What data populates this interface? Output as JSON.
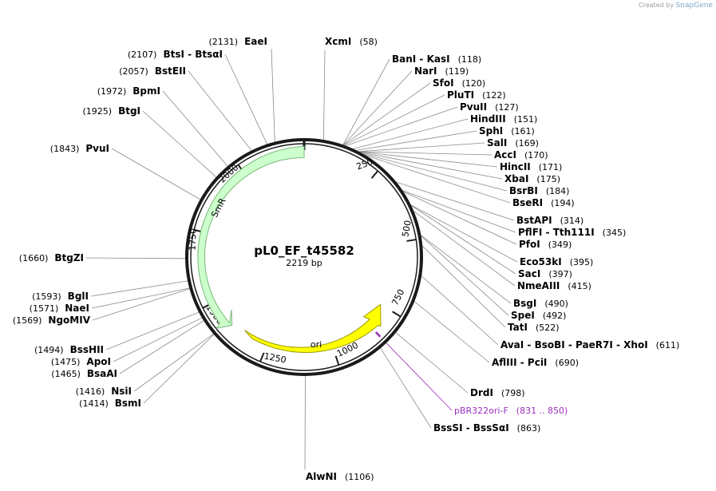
{
  "watermark": {
    "prefix": "Created by",
    "brand": "SnapGene"
  },
  "plasmid": {
    "name": "pL0_EF_t45582",
    "size_label": "2219 bp",
    "length": 2219
  },
  "ticks": [
    "250",
    "500",
    "750",
    "1000",
    "1250",
    "1500",
    "1750",
    "2000"
  ],
  "features": [
    {
      "name": "SmR",
      "color": "#ccffcc",
      "stroke": "#7ab87a"
    },
    {
      "name": "ori",
      "color": "#ffff00",
      "stroke": "#9a9a00"
    }
  ],
  "sites": [
    {
      "id": "xcmi",
      "label": "XcmI",
      "pos": "(58)"
    },
    {
      "id": "bani",
      "label": "BanI  -  KasI",
      "pos": "(118)"
    },
    {
      "id": "nari",
      "label": "NarI",
      "pos": "(119)"
    },
    {
      "id": "sfoi",
      "label": "SfoI",
      "pos": "(120)"
    },
    {
      "id": "pluti",
      "label": "PluTI",
      "pos": "(122)"
    },
    {
      "id": "pvuii",
      "label": "PvuII",
      "pos": "(127)"
    },
    {
      "id": "hindiii",
      "label": "HindIII",
      "pos": "(151)"
    },
    {
      "id": "sphi",
      "label": "SphI",
      "pos": "(161)"
    },
    {
      "id": "sali",
      "label": "SalI",
      "pos": "(169)"
    },
    {
      "id": "acci",
      "label": "AccI",
      "pos": "(170)"
    },
    {
      "id": "hincii",
      "label": "HincII",
      "pos": "(171)"
    },
    {
      "id": "xbai",
      "label": "XbaI",
      "pos": "(175)"
    },
    {
      "id": "bsrbi",
      "label": "BsrBI",
      "pos": "(184)"
    },
    {
      "id": "bseri",
      "label": "BseRI",
      "pos": "(194)"
    },
    {
      "id": "bstapi",
      "label": "BstAPI",
      "pos": "(314)"
    },
    {
      "id": "pflfi",
      "label": "PflFI  -  Tth111I",
      "pos": "(345)"
    },
    {
      "id": "pfoi",
      "label": "PfoI",
      "pos": "(349)"
    },
    {
      "id": "eco53ki",
      "label": "Eco53kI",
      "pos": "(395)"
    },
    {
      "id": "saci",
      "label": "SacI",
      "pos": "(397)"
    },
    {
      "id": "nmeaiii",
      "label": "NmeAIII",
      "pos": "(415)"
    },
    {
      "id": "bsgi",
      "label": "BsgI",
      "pos": "(490)"
    },
    {
      "id": "spei",
      "label": "SpeI",
      "pos": "(492)"
    },
    {
      "id": "tati",
      "label": "TatI",
      "pos": "(522)"
    },
    {
      "id": "avai",
      "label": "AvaI  -  BsoBI  -  PaeR7I  -  XhoI",
      "pos": "(611)"
    },
    {
      "id": "afliii",
      "label": "AflIII  -  PciI",
      "pos": "(690)"
    },
    {
      "id": "drdi",
      "label": "DrdI",
      "pos": "(798)"
    },
    {
      "id": "primer",
      "label": "pBR322ori-F",
      "pos": "(831 .. 850)",
      "primer": true
    },
    {
      "id": "bsssi",
      "label": "BssSI  -  BssSαI",
      "pos": "(863)"
    },
    {
      "id": "alwni",
      "label": "AlwNI",
      "pos": "(1106)"
    },
    {
      "id": "bsmi",
      "label": "BsmI",
      "pos": "(1414)"
    },
    {
      "id": "nsii",
      "label": "NsiI",
      "pos": "(1416)"
    },
    {
      "id": "bsaai",
      "label": "BsaAI",
      "pos": "(1465)"
    },
    {
      "id": "apoi",
      "label": "ApoI",
      "pos": "(1475)"
    },
    {
      "id": "bsshii",
      "label": "BssHII",
      "pos": "(1494)"
    },
    {
      "id": "ngomiv",
      "label": "NgoMIV",
      "pos": "(1569)"
    },
    {
      "id": "naei",
      "label": "NaeI",
      "pos": "(1571)"
    },
    {
      "id": "bgli",
      "label": "BglI",
      "pos": "(1593)"
    },
    {
      "id": "btgzi",
      "label": "BtgZI",
      "pos": "(1660)"
    },
    {
      "id": "pvui",
      "label": "PvuI",
      "pos": "(1843)"
    },
    {
      "id": "btgi",
      "label": "BtgI",
      "pos": "(1925)"
    },
    {
      "id": "bpmi",
      "label": "BpmI",
      "pos": "(1972)"
    },
    {
      "id": "bsteii",
      "label": "BstEII",
      "pos": "(2057)"
    },
    {
      "id": "btsi",
      "label": "BtsI  -  BtsαI",
      "pos": "(2107)"
    },
    {
      "id": "eaei",
      "label": "EaeI",
      "pos": "(2131)"
    }
  ]
}
